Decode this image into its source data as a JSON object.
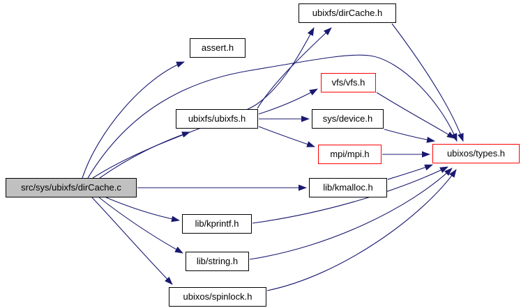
{
  "diagram": {
    "type": "include-dependency-graph",
    "colors": {
      "edge": "#191970",
      "box_border": "#000000",
      "truncated_border": "#ff0000",
      "main_node_fill": "#c0c0c0",
      "background": "#ffffff"
    },
    "nodes": [
      {
        "id": "dircache_c",
        "label": "src/sys/ubixfs/dirCache.c",
        "style": "main"
      },
      {
        "id": "assert_h",
        "label": "assert.h",
        "style": "normal"
      },
      {
        "id": "dircache_h",
        "label": "ubixfs/dirCache.h",
        "style": "normal"
      },
      {
        "id": "vfs_h",
        "label": "vfs/vfs.h",
        "style": "truncated"
      },
      {
        "id": "ubixfs_h",
        "label": "ubixfs/ubixfs.h",
        "style": "normal"
      },
      {
        "id": "device_h",
        "label": "sys/device.h",
        "style": "normal"
      },
      {
        "id": "mpi_h",
        "label": "mpi/mpi.h",
        "style": "truncated"
      },
      {
        "id": "types_h",
        "label": "ubixos/types.h",
        "style": "truncated"
      },
      {
        "id": "kmalloc_h",
        "label": "lib/kmalloc.h",
        "style": "normal"
      },
      {
        "id": "kprintf_h",
        "label": "lib/kprintf.h",
        "style": "normal"
      },
      {
        "id": "string_h",
        "label": "lib/string.h",
        "style": "normal"
      },
      {
        "id": "spinlock_h",
        "label": "ubixos/spinlock.h",
        "style": "normal"
      }
    ],
    "edges": [
      {
        "from": "dircache_c",
        "to": "assert_h"
      },
      {
        "from": "dircache_c",
        "to": "dircache_h"
      },
      {
        "from": "dircache_c",
        "to": "ubixfs_h"
      },
      {
        "from": "dircache_c",
        "to": "types_h"
      },
      {
        "from": "dircache_c",
        "to": "kmalloc_h"
      },
      {
        "from": "dircache_c",
        "to": "kprintf_h"
      },
      {
        "from": "dircache_c",
        "to": "string_h"
      },
      {
        "from": "dircache_c",
        "to": "spinlock_h"
      },
      {
        "from": "ubixfs_h",
        "to": "dircache_h"
      },
      {
        "from": "ubixfs_h",
        "to": "vfs_h"
      },
      {
        "from": "ubixfs_h",
        "to": "device_h"
      },
      {
        "from": "ubixfs_h",
        "to": "mpi_h"
      },
      {
        "from": "dircache_h",
        "to": "types_h"
      },
      {
        "from": "vfs_h",
        "to": "types_h"
      },
      {
        "from": "device_h",
        "to": "types_h"
      },
      {
        "from": "mpi_h",
        "to": "types_h"
      },
      {
        "from": "kmalloc_h",
        "to": "types_h"
      },
      {
        "from": "kprintf_h",
        "to": "types_h"
      },
      {
        "from": "string_h",
        "to": "types_h"
      },
      {
        "from": "spinlock_h",
        "to": "types_h"
      }
    ]
  }
}
